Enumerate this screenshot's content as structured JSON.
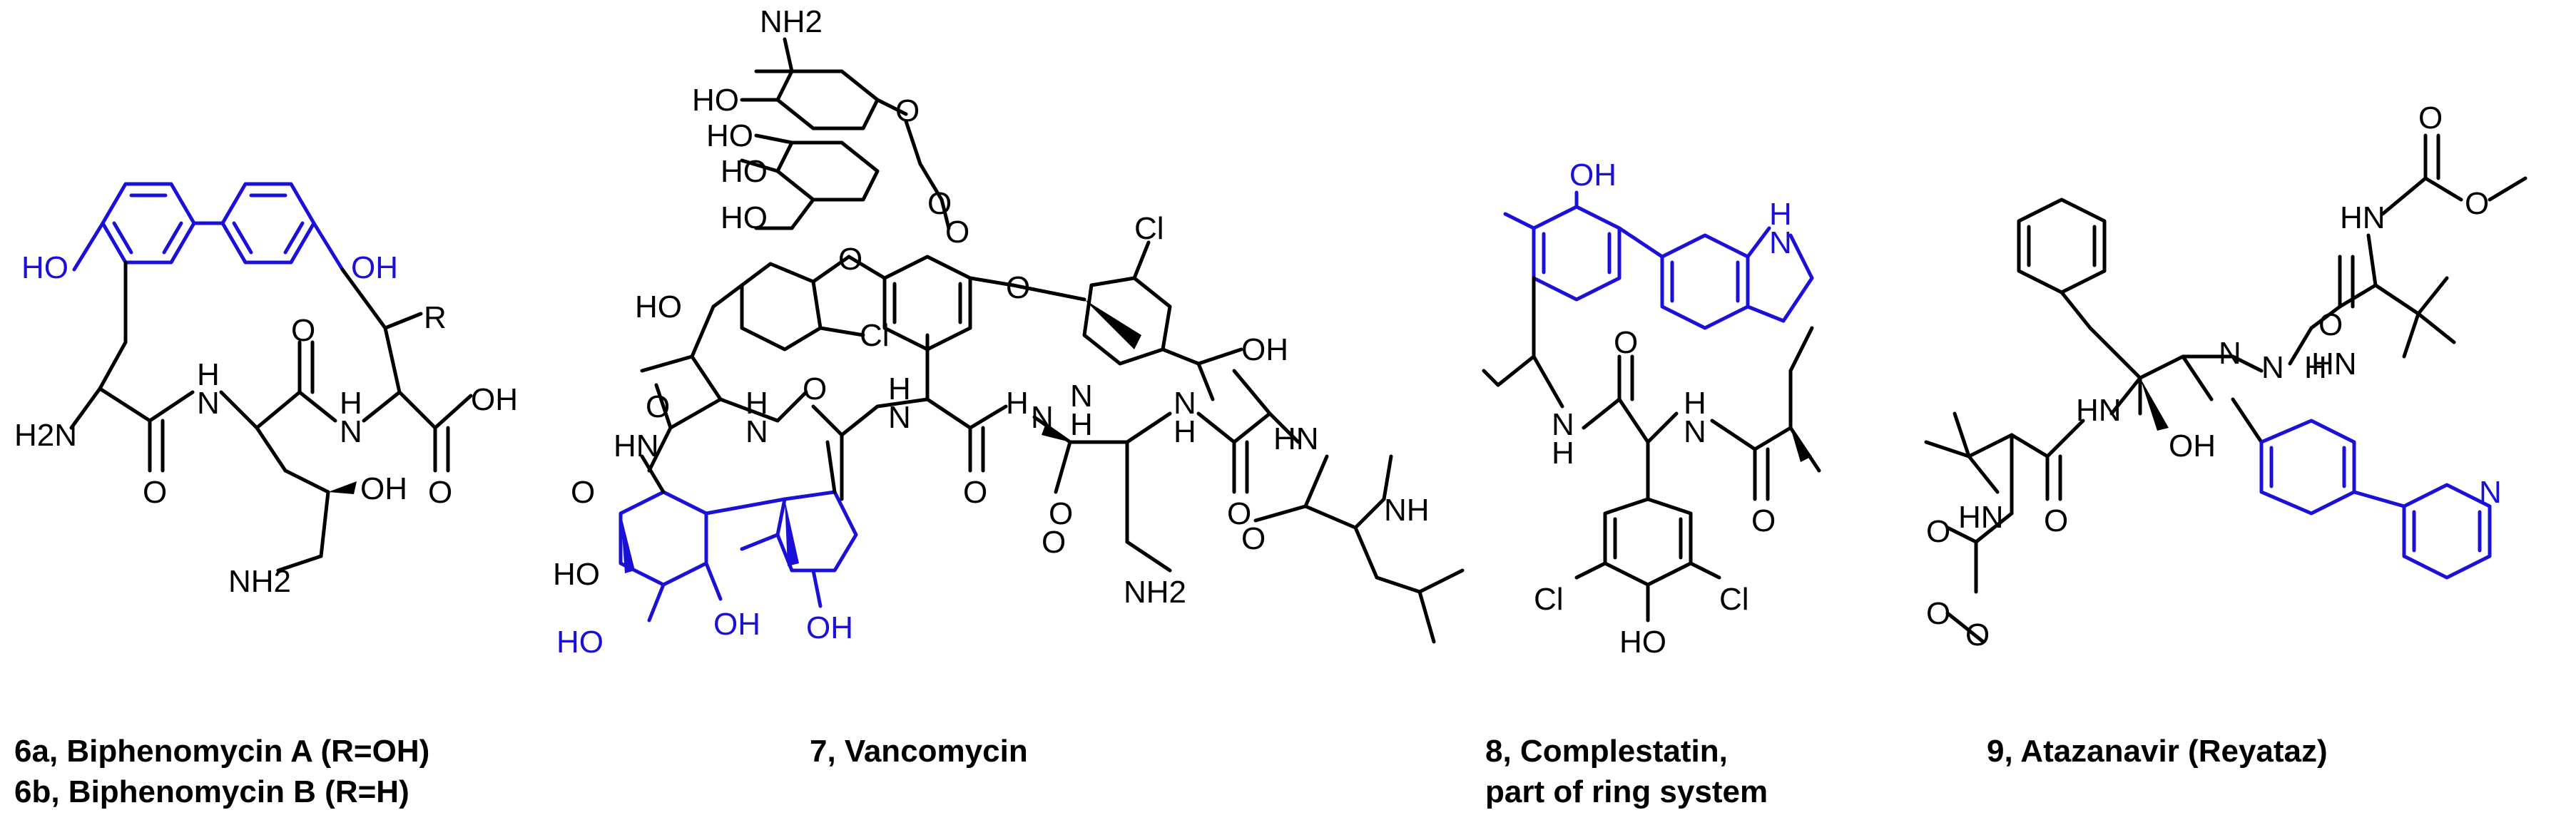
{
  "colors": {
    "highlight": "#1a10d8",
    "ink": "#000000",
    "background": "#ffffff"
  },
  "compounds": [
    {
      "id": "6",
      "caption_lines": [
        "6a, Biphenomycin A (R=OH)",
        "6b, Biphenomycin B (R=H)"
      ],
      "labels": [
        "HO",
        "OH",
        "R",
        "O",
        "OH",
        "H2N",
        "H",
        "N",
        "O",
        "H",
        "N",
        "O",
        "OH",
        "NH2"
      ]
    },
    {
      "id": "7",
      "caption_lines": [
        "7, Vancomycin"
      ],
      "labels": [
        "NH2",
        "HO",
        "O",
        "HO",
        "HO",
        "O",
        "HO",
        "O",
        "O",
        "O",
        "Cl",
        "HO",
        "Cl",
        "OH",
        "O",
        "H",
        "N",
        "O",
        "HN",
        "H",
        "N",
        "H",
        "N",
        "O",
        "N",
        "H",
        "O",
        "HN",
        "O",
        "N",
        "H",
        "O",
        "HO",
        "HO",
        "OH",
        "OH",
        "NH",
        "O",
        "NH2",
        "O"
      ]
    },
    {
      "id": "8",
      "caption_lines": [
        "8, Complestatin,",
        "part of ring system"
      ],
      "labels": [
        "OH",
        "H",
        "N",
        "O",
        "N",
        "H",
        "H",
        "N",
        "O",
        "Cl",
        "Cl",
        "HO"
      ]
    },
    {
      "id": "9",
      "caption_lines": [
        "9, Atazanavir (Reyataz)"
      ],
      "labels": [
        "O",
        "HN",
        "O",
        "O",
        "N",
        "H",
        "HN",
        "N",
        "HN",
        "O",
        "OH",
        "O",
        "HN",
        "O",
        "O",
        "N"
      ]
    }
  ]
}
